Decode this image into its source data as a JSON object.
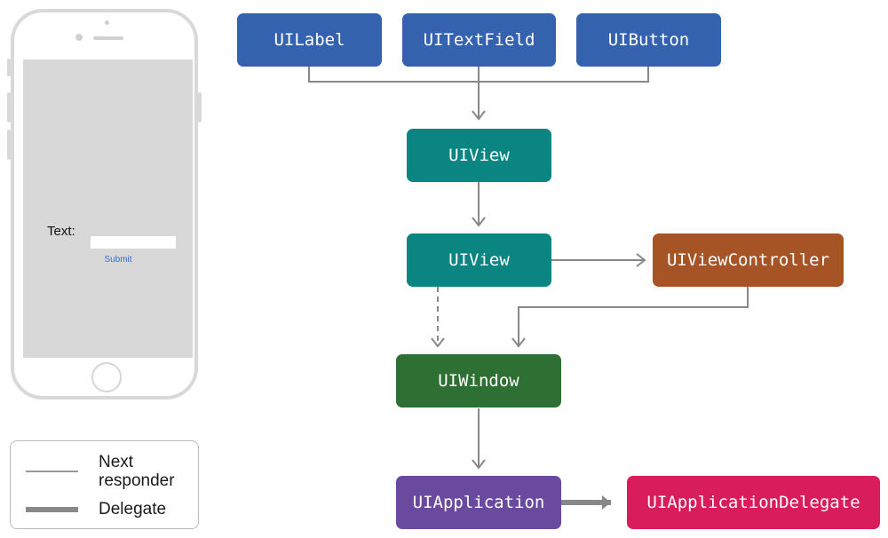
{
  "phone": {
    "text_label": "Text:",
    "text_field_value": "",
    "submit_label": "Submit"
  },
  "legend": {
    "next_responder": "Next\nresponder",
    "delegate": "Delegate"
  },
  "nodes": {
    "uilabel": "UILabel",
    "uitextfield": "UITextField",
    "uibutton": "UIButton",
    "uiview_inner": "UIView",
    "uiview_outer": "UIView",
    "uiviewcontroller": "UIViewController",
    "uiwindow": "UIWindow",
    "uiapplication": "UIApplication",
    "uiapplicationdelegate": "UIApplicationDelegate"
  },
  "colors": {
    "control": "#3462ae",
    "view": "#0a8582",
    "view_controller": "#a65426",
    "window": "#2e7033",
    "application": "#6a4a9e",
    "application_delegate": "#d91c5c",
    "connector": "#888888"
  }
}
